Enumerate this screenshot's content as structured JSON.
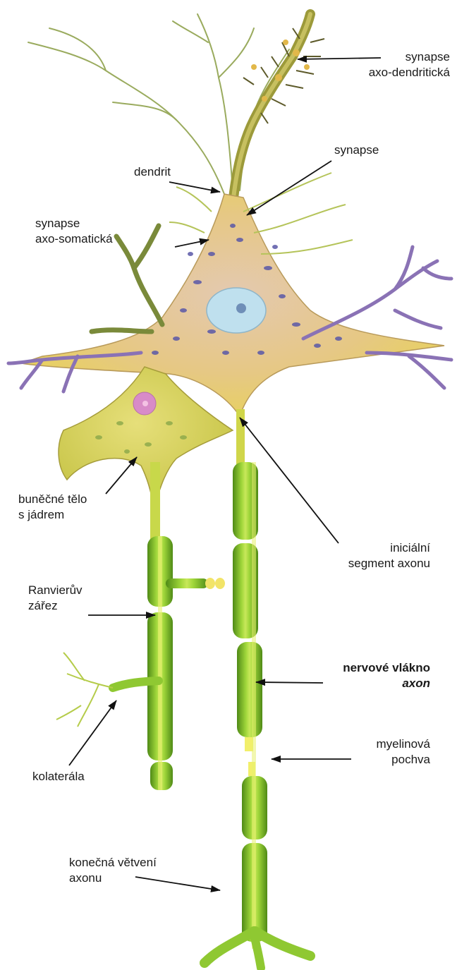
{
  "labels": {
    "synapse_axo_dendriticka": [
      "synapse",
      "axo-dendritická"
    ],
    "synapse": "synapse",
    "dendrit": "dendrit",
    "synapse_axo_somaticka": [
      "synapse",
      "axo-somatická"
    ],
    "bunecne_telo": [
      "buněčné tělo",
      "s jádrem"
    ],
    "inicialni_segment": [
      "iniciální",
      "segment axonu"
    ],
    "ranvieruv_zarez": [
      "Ranvierův",
      "zářez"
    ],
    "nervove_vlakno": [
      "nervové vlákno",
      "axon"
    ],
    "kolaterala": "kolaterála",
    "myelinova_pochva": [
      "myelinová",
      "pochva"
    ],
    "konecna_vetveni": [
      "konečná větvení",
      "axonu"
    ]
  },
  "colors": {
    "soma": "#e8c978",
    "soma_pink": "#d9a9b8",
    "small_soma": "#d8d35a",
    "myelin": "#8fc832",
    "myelin_dark": "#5e9a1e",
    "axon_core": "#f2ef6a",
    "dendrite_purple": "#8a72b5",
    "dendrite_green": "#7a9a3a",
    "nucleus": "#b9dcec",
    "label_text": "#1a1a1a"
  }
}
